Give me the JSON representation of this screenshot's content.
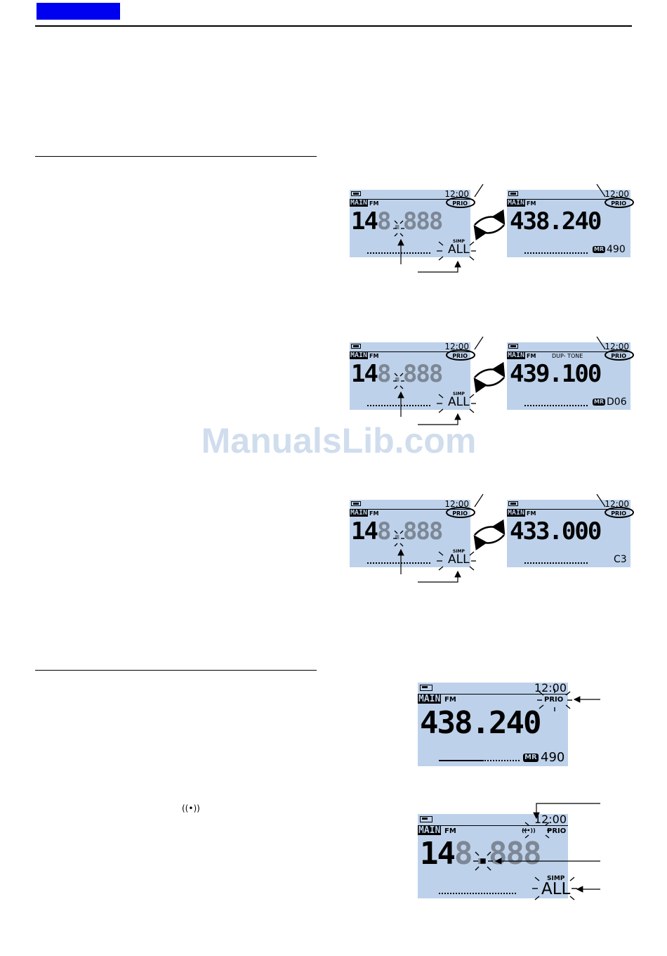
{
  "watermark": "ManualsLib.com",
  "pending_symbol": "((•))",
  "lcd": {
    "clock": "12:00",
    "main_tag": "MAIN",
    "mode": "FM",
    "prio": "PRIO",
    "vfo_prefix": "14",
    "vfo_dim": "8.888",
    "simp": "SIMP",
    "all": "ALL",
    "mr": "MR"
  },
  "pairs": [
    {
      "freq": "438.240",
      "extra": "",
      "channel": "490"
    },
    {
      "freq": "439.100",
      "extra": "DUP- TONE",
      "channel": "D06"
    },
    {
      "freq": "433.000",
      "extra": "",
      "channel": "C3"
    }
  ],
  "bottom1": {
    "freq": "438.240",
    "channel": "490"
  }
}
